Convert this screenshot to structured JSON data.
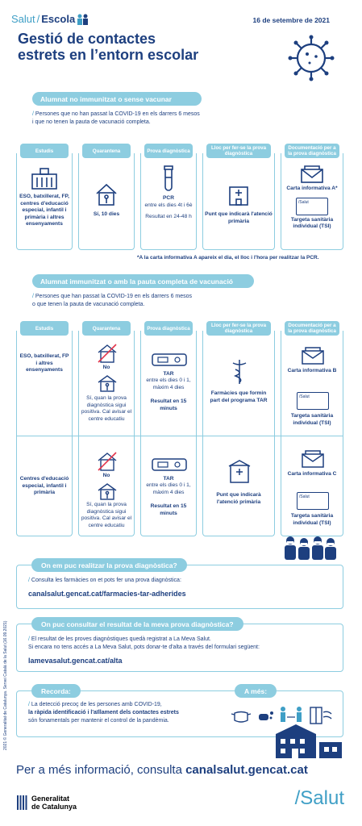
{
  "header": {
    "brand_salut": "Salut",
    "brand_escola": "Escola",
    "date": "16 de setembre de 2021",
    "title_line1": "Gestió de contactes",
    "title_line2": "estrets en l’entorn escolar"
  },
  "section1": {
    "pill": "Alumnat no immunitzat o sense vacunar",
    "sub1_a": "Persones que ",
    "sub1_b": "no han passat la COVID-19",
    " sub1_c": "",
    "line1": "Persones que no han passat la COVID-19 en els darrers 6 mesos",
    "line2": "i que no tenen la pauta de vacunació completa."
  },
  "columns": {
    "estudis": "Estudis",
    "quarantena": "Quarantena",
    "prova": "Prova diagnòstica",
    "lloc": "Lloc per fer-se la prova diagnòstica",
    "documentacio": "Documentació per a la prova diagnòstica"
  },
  "table1": {
    "estudis": "ESO, batxillerat, FP, centres d'educació especial, infantil i primària i altres ensenyaments",
    "quarantena": "Sí, 10 dies",
    "prova_title": "PCR",
    "prova_when": "entre els dies 4t i 6è",
    "prova_result": "Resultat en 24-48 h",
    "lloc": "Punt que indicarà l'atenció primària",
    "doc1": "Carta informativa A*",
    "doc2": "Targeta sanitària individual (TSI)",
    "card_label": "/Salut",
    "footnote": "*A la carta informativa A apareix el dia, el lloc i l'hora per realitzar la PCR."
  },
  "section2": {
    "pill": "Alumnat immunitzat o amb la pauta completa de vacunació",
    "line1": "Persones que han passat la COVID-19 en els darrers 6 mesos",
    "line2": "o que tenen la pauta de vacunació completa."
  },
  "table2": {
    "row1_estudis": "ESO, batxillerat, FP i altres ensenyaments",
    "row2_estudis": "Centres d'educació especial, infantil i primària",
    "q_no": "No",
    "q_si": "Sí, quan la prova diagnòstica sigui positiva. Cal avisar el centre educatiu",
    "prova_title": "TAR",
    "prova_when": "entre els dies 0 i 1, màxim 4 dies",
    "prova_result": "Resultat en 15 minuts",
    "row1_lloc": "Farmàcies que formin part del programa TAR",
    "row2_lloc": "Punt que indicarà l'atenció primària",
    "row1_doc1": "Carta informativa B",
    "row2_doc1": "Carta informativa C",
    "doc2": "Targeta sanitària individual (TSI)",
    "card_label": "/Salut"
  },
  "box1": {
    "pill": "On em puc realitzar la prova diagnòstica?",
    "text": "Consulta les farmàcies on et pots fer una prova diagnòstica:",
    "link": "canalsalut.gencat.cat/farmacies-tar-adherides"
  },
  "box2": {
    "pill": "On puc consultar el resultat de la meva prova diagnòstica?",
    "line1": "El resultat de les proves diagnòstiques quedà registrat a La Meva Salut.",
    "line2": "Si encara no tens accés a La Meva Salut, pots donar-te d'alta a través del formulari següent:",
    "link": "lamevasalut.gencat.cat/alta"
  },
  "box3": {
    "pill": "Recorda:",
    "pill2": "A més:",
    "line1": "La detecció precoç de les persones amb COVID-19,",
    "line2": "la ràpida identificació i l'aïllament dels contactes estrets",
    "line3": "són fonamentals per mantenir el control de la pandèmia."
  },
  "footer": {
    "more_info": "Per a més informació, consulta ",
    "more_link": "canalsalut.gencat.cat",
    "gen1": "Generalitat",
    "gen2": "de Catalunya",
    "salut": "/Salut",
    "vertical": "2021 © Generalitat de Catalunya. Servei Català de la Salut (16.09.2021)"
  }
}
